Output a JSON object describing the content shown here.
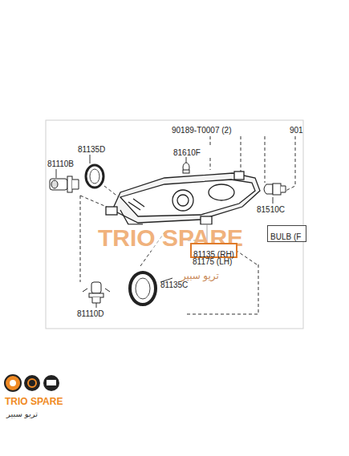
{
  "diagram": {
    "nodes": [
      {
        "text": [
          "BULB (F"
        ]
      },
      {
        "text": [
          "81135 (RH)"
        ]
      }
    ],
    "labels": [
      "90189-T0007 (2)",
      "901",
      "81135D",
      "81610F",
      "81110B",
      "81510C",
      "81175 (LH)",
      "81135C",
      "81110D",
      "TRIO SPARE",
      "تريو سبير",
      "TRIO SPARE",
      "تريو سبير"
    ]
  }
}
